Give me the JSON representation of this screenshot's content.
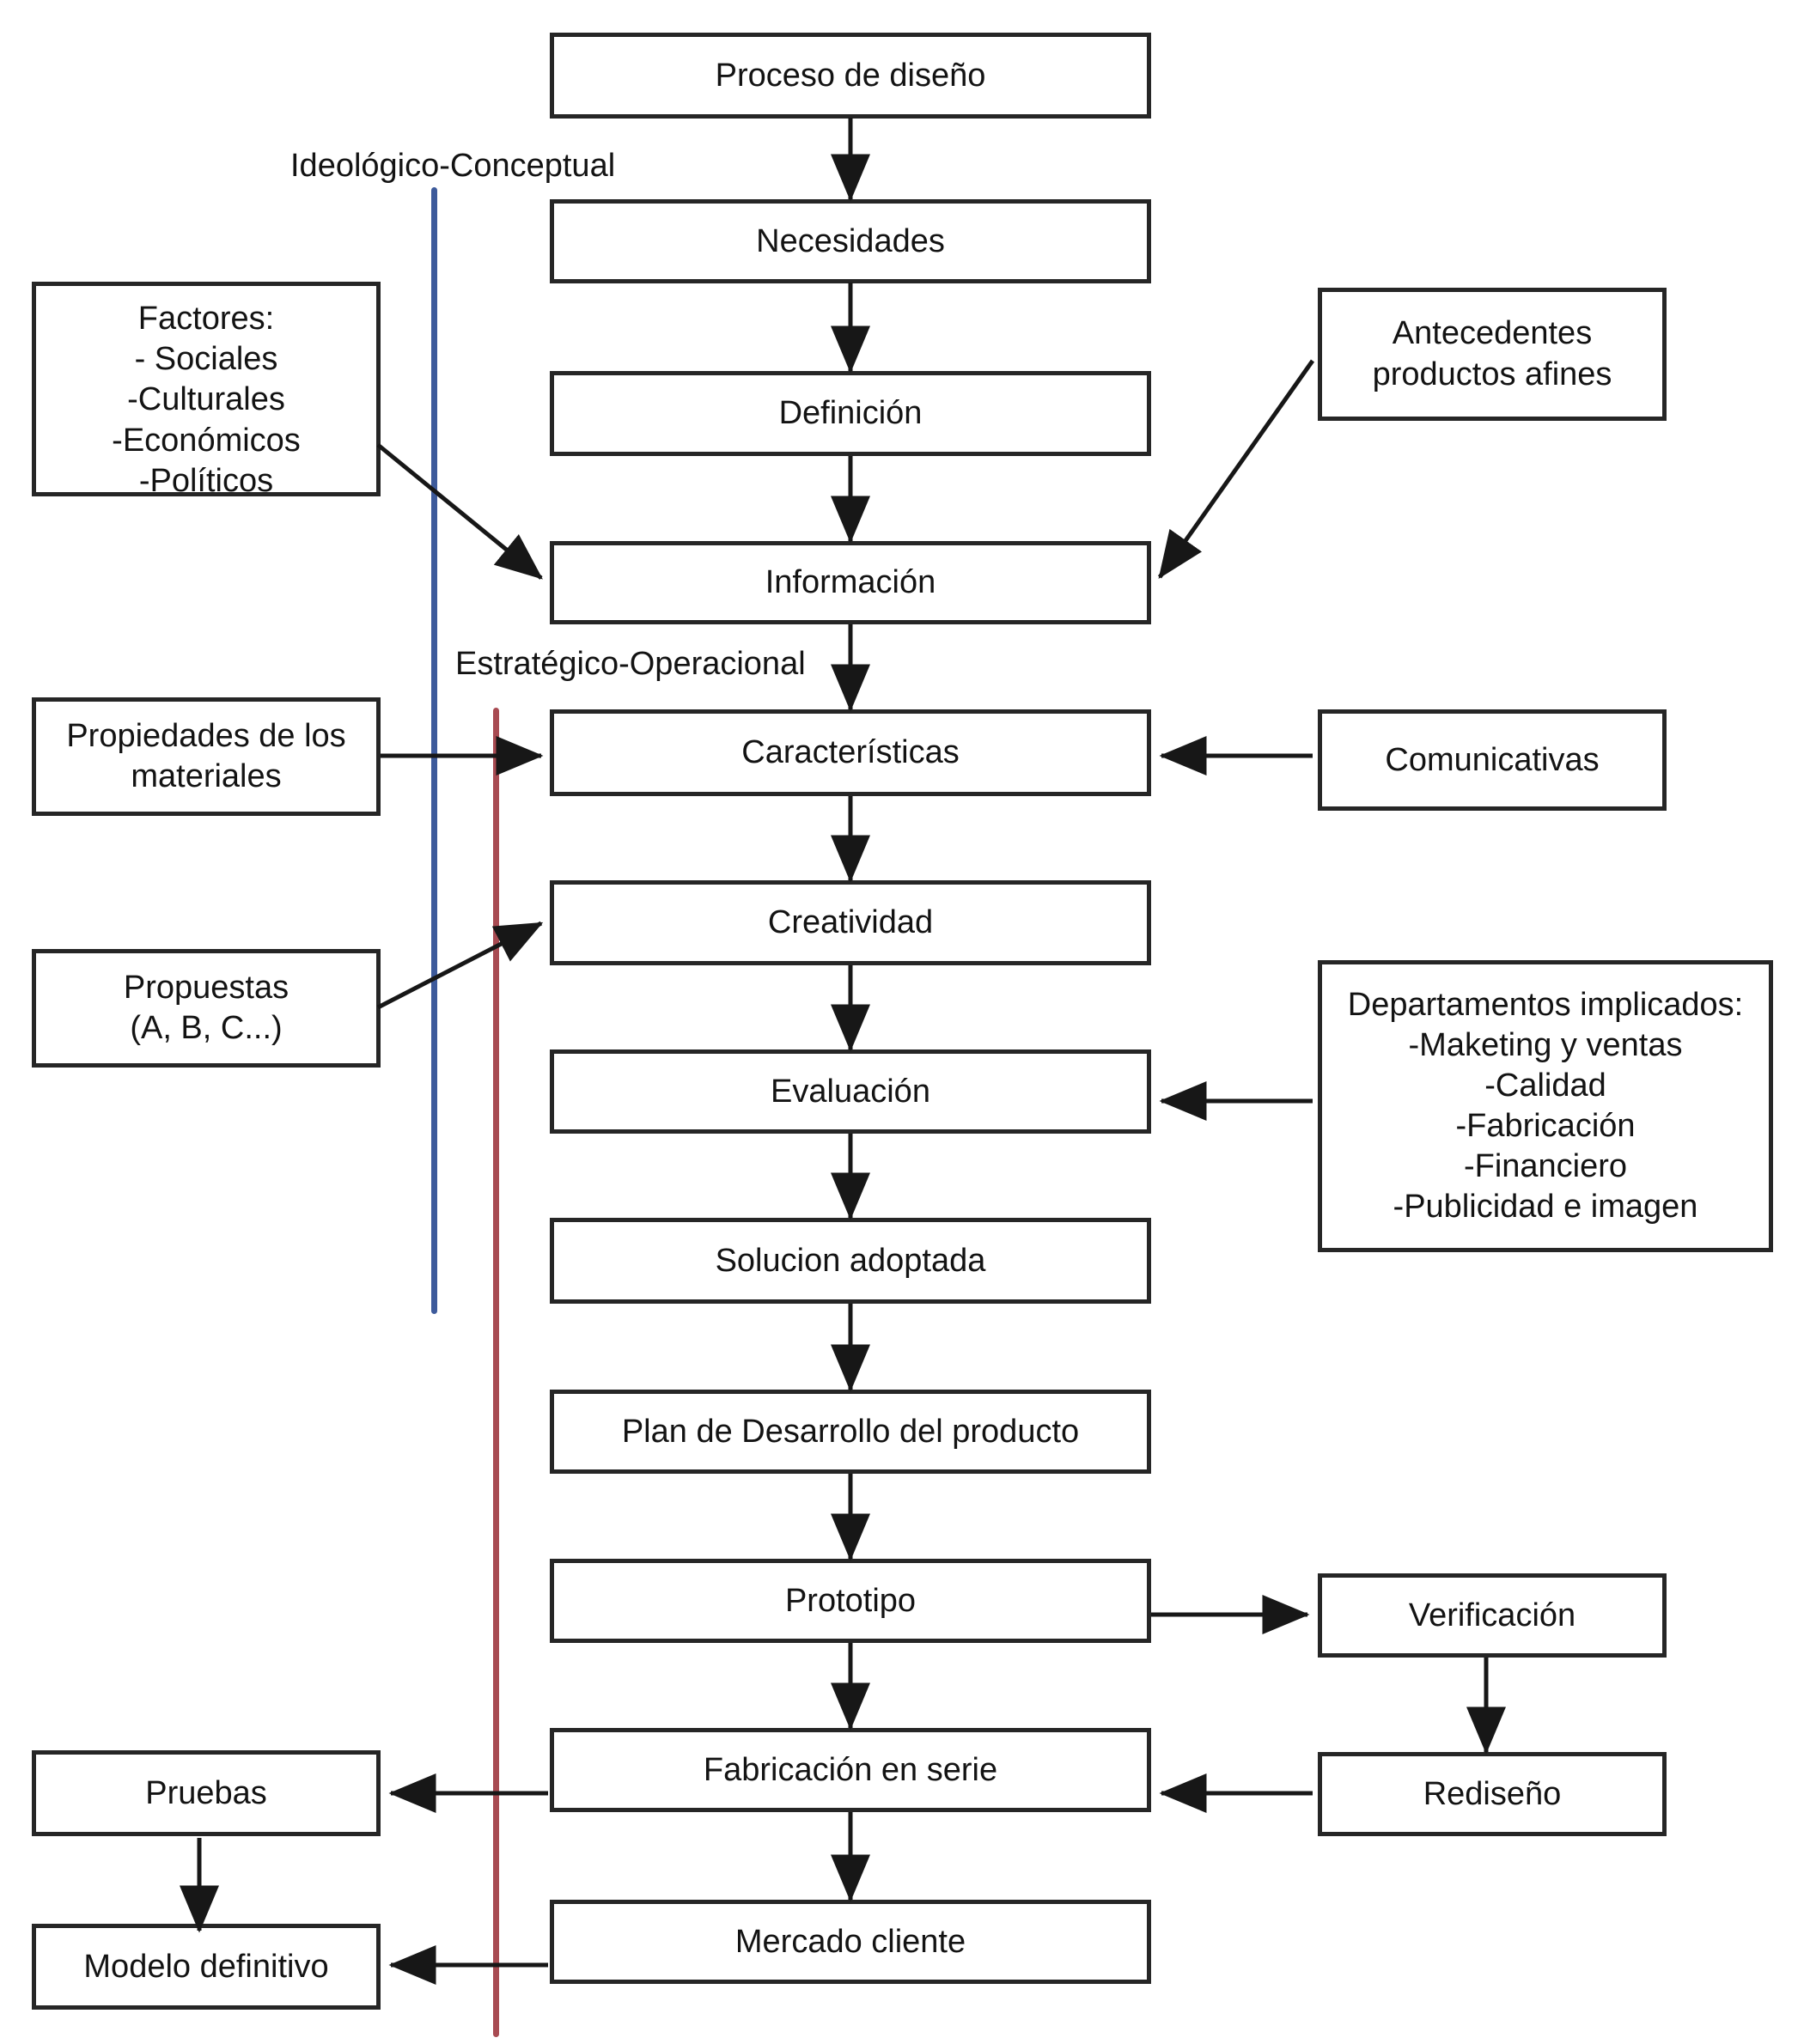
{
  "diagram": {
    "title": "Proceso de diseño",
    "phases": [
      {
        "id": "ideologico",
        "label": "Ideológico-Conceptual",
        "color": "#3d5a9b"
      },
      {
        "id": "estrategico",
        "label": "Estratégico-Operacional",
        "color": "#a84b52"
      }
    ],
    "main_flow": [
      {
        "id": "proceso-de-diseno",
        "label": "Proceso de diseño",
        "highlight": "none"
      },
      {
        "id": "necesidades",
        "label": "Necesidades",
        "highlight": "orange"
      },
      {
        "id": "definicion",
        "label": "Definición",
        "highlight": "orange"
      },
      {
        "id": "informacion",
        "label": "Información",
        "highlight": "orange"
      },
      {
        "id": "caracteristicas",
        "label": "Características",
        "highlight": "green"
      },
      {
        "id": "creatividad",
        "label": "Creatividad",
        "highlight": "green"
      },
      {
        "id": "evaluacion",
        "label": "Evaluación",
        "highlight": "green"
      },
      {
        "id": "solucion-adoptada",
        "label": "Solucion adoptada",
        "highlight": "green"
      },
      {
        "id": "plan-desarrollo",
        "label": "Plan de Desarrollo del producto",
        "highlight": "blue"
      },
      {
        "id": "prototipo",
        "label": "Prototipo",
        "highlight": "blue"
      },
      {
        "id": "fabricacion-en-serie",
        "label": "Fabricación en serie",
        "highlight": "blue"
      },
      {
        "id": "mercado-cliente",
        "label": "Mercado cliente",
        "highlight": "none"
      }
    ],
    "left_nodes": [
      {
        "id": "factores",
        "label": "Factores:\n- Sociales\n-Culturales\n-Económicos\n-Políticos"
      },
      {
        "id": "propiedades-materiales",
        "label": "Propiedades de los\nmateriales"
      },
      {
        "id": "propuestas",
        "label": "Propuestas\n(A, B, C...)"
      },
      {
        "id": "pruebas",
        "label": "Pruebas"
      },
      {
        "id": "modelo-definitivo",
        "label": "Modelo definitivo"
      }
    ],
    "right_nodes": [
      {
        "id": "antecedentes",
        "label": "Antecedentes\nproductos afines"
      },
      {
        "id": "comunicativas",
        "label": "Comunicativas"
      },
      {
        "id": "departamentos",
        "label": "Departamentos implicados:\n-Maketing y ventas\n-Calidad\n-Fabricación\n-Financiero\n-Publicidad e imagen"
      },
      {
        "id": "verificacion",
        "label": "Verificación"
      },
      {
        "id": "rediseno",
        "label": "Rediseño"
      }
    ],
    "colors": {
      "box_border": "#262626",
      "arrow": "#171717",
      "orange": "#eda94a",
      "green": "#5a9e82",
      "blue": "#4091d1",
      "phase_blue": "#3d5a9b",
      "phase_red": "#a84b52"
    }
  }
}
